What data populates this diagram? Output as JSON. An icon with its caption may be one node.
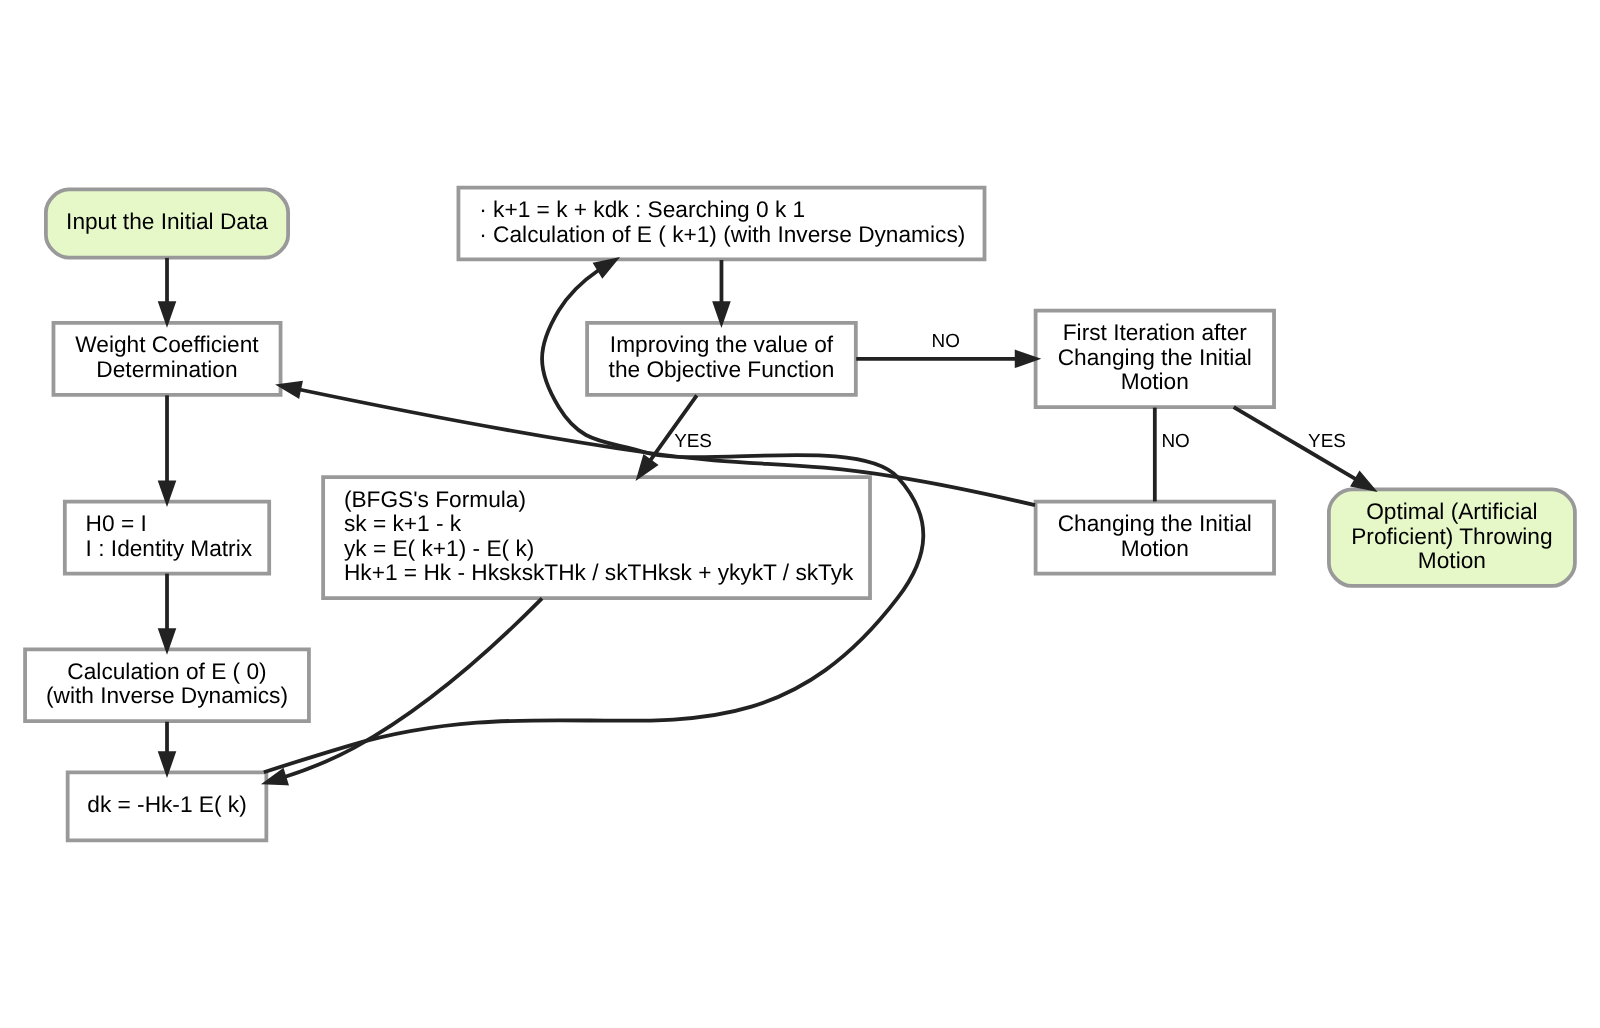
{
  "diagram": {
    "nodes": [
      {
        "text": [
          "Input the Initial Data"
        ]
      },
      {
        "text": [
          "Weight Coefficient Determination"
        ]
      },
      {
        "text": [
          "H0 = I",
          "I : Identity Matrix"
        ]
      },
      {
        "text": [
          "Calculation of E ( 0) (with Inverse Dynamics)"
        ]
      },
      {
        "text": [
          "dk = -Hk-1 E( k)"
        ]
      },
      {
        "text": [
          "· k+1 = k + kdk : Searching 0 k 1",
          "· Calculation of E ( k+1) (with Inverse Dynamics)"
        ]
      },
      {
        "text": [
          "Improving the value of the Objective Function"
        ]
      },
      {
        "text": [
          "First Iteration after Changing the Initial Motion"
        ]
      },
      {
        "text": [
          "Optimal (Artificial Proficient) Throwing Motion"
        ]
      },
      {
        "text": [
          "Changing the Initial Motion"
        ]
      },
      {
        "text": [
          "(BFGS's Formula)",
          "sk = k+1 - k",
          "yk = E( k+1) - E( k)",
          "Hk+1 = Hk - HkskskTHk / skTHksk + ykykT / skTyk"
        ]
      }
    ],
    "edges": [
      {
        "from": 0,
        "to": 1,
        "arrow": "to"
      },
      {
        "from": 1,
        "to": 2,
        "arrow": "to"
      },
      {
        "from": 2,
        "to": 3,
        "arrow": "to"
      },
      {
        "from": 3,
        "to": 4,
        "arrow": "to"
      },
      {
        "from": 4,
        "to": 5,
        "arrow": "to"
      },
      {
        "from": 5,
        "to": 6,
        "arrow": "to"
      },
      {
        "from": 6,
        "to": 7,
        "label": "NO",
        "arrow": "to"
      },
      {
        "from": 6,
        "to": 10,
        "label": "YES",
        "arrow": "to"
      },
      {
        "from": 7,
        "to": 8,
        "label": "YES",
        "arrow": "to"
      },
      {
        "from": 7,
        "to": 9,
        "label": "NO",
        "arrow": "none"
      },
      {
        "from": 9,
        "to": 1,
        "arrow": "to"
      },
      {
        "from": 10,
        "to": 4,
        "arrow": "to"
      }
    ]
  }
}
